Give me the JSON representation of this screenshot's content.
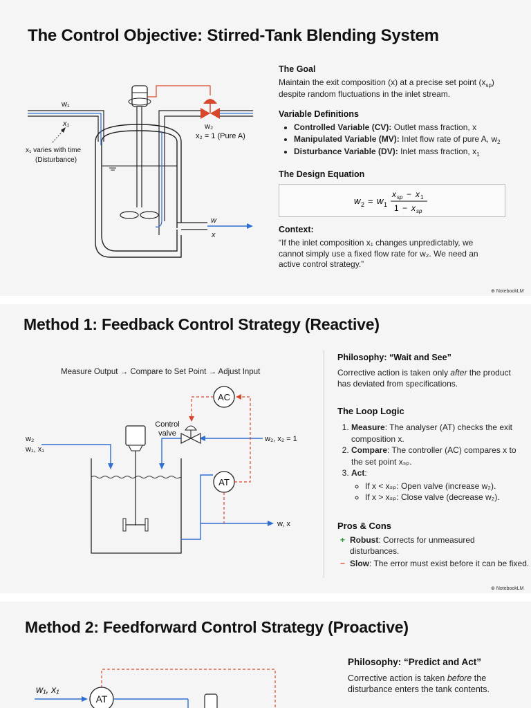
{
  "slide1": {
    "title": "The Control Objective: Stirred-Tank Blending System",
    "goal_heading": "The Goal",
    "goal_text_1": "Maintain the exit composition (x) at a precise set point (x",
    "goal_text_sub": "sp",
    "goal_text_2": ")",
    "goal_text_3": "despite random fluctuations in the inlet stream.",
    "vardef_heading": "Variable Definitions",
    "vardefs": [
      {
        "label": "Controlled Variable (CV):",
        "text": "Outlet mass fraction, x"
      },
      {
        "label": "Manipulated Variable (MV):",
        "text": "Inlet flow rate of pure A, w",
        "sub": "2"
      },
      {
        "label": "Disturbance Variable (DV):",
        "text": "Inlet mass fraction, x",
        "sub": "1"
      }
    ],
    "design_eq_heading": "The Design Equation",
    "context_heading": "Context:",
    "context_text": "“If the inlet composition x₁ changes unpredictably, we cannot simply use a fixed flow rate for w₂. We need an active control strategy.”",
    "diagram": {
      "w1": "w₁",
      "x1": "x₁",
      "x1_note_1": "x₁ varies with time",
      "x1_note_2": "(Disturbance)",
      "w2": "w₂",
      "x2": "x₂ = 1 (Pure A)",
      "w": "w",
      "x": "x"
    },
    "badge": "NotebookLM"
  },
  "slide2": {
    "title": "Method 1: Feedback Control Strategy (Reactive)",
    "flow_caption": "Measure Output → Compare to Set Point → Adjust Input",
    "philosophy_heading": "Philosophy: “Wait and See”",
    "philosophy_text_1": "Corrective action is taken only",
    "philosophy_text_em": "after",
    "philosophy_text_2": "the product has deviated from specifications.",
    "loop_heading": "The Loop Logic",
    "loop_items": [
      {
        "label": "Measure",
        "text": ": The analyser (AT) checks the exit composition x."
      },
      {
        "label": "Compare",
        "text": ": The controller (AC) compares x to the set point xₛₚ."
      },
      {
        "label": "Act",
        "text": ":"
      }
    ],
    "act_items": [
      "If x < xₛₚ: Open valve (increase w₂).",
      "If x > xₛₚ: Close valve (decrease w₂)."
    ],
    "pros_heading": "Pros & Cons",
    "pro_label": "Robust",
    "pro_text": ": Corrects for unmeasured disturbances.",
    "con_label": "Slow",
    "con_text": ": The error must exist before it can be fixed.",
    "diagram": {
      "ac": "AC",
      "at": "AT",
      "control_valve_1": "Control",
      "control_valve_2": "valve",
      "w2": "w₂",
      "w1x1": "w₁, x₁",
      "w2x2": "w₂, x₂ = 1",
      "wx": "w, x"
    },
    "badge": "NotebookLM"
  },
  "slide3": {
    "title": "Method 2: Feedforward Control Strategy (Proactive)",
    "philosophy_heading": "Philosophy: “Predict and Act”",
    "philosophy_text_1": "Corrective action is taken",
    "philosophy_text_em": "before",
    "philosophy_text_2": "the disturbance enters the tank contents.",
    "diagram": {
      "w1x1": "w₁, x₁",
      "at": "AT"
    }
  },
  "colors": {
    "blue": "#2f6fd1",
    "red": "#d9472b",
    "dark": "#111111",
    "background": "#f5f5f6"
  }
}
